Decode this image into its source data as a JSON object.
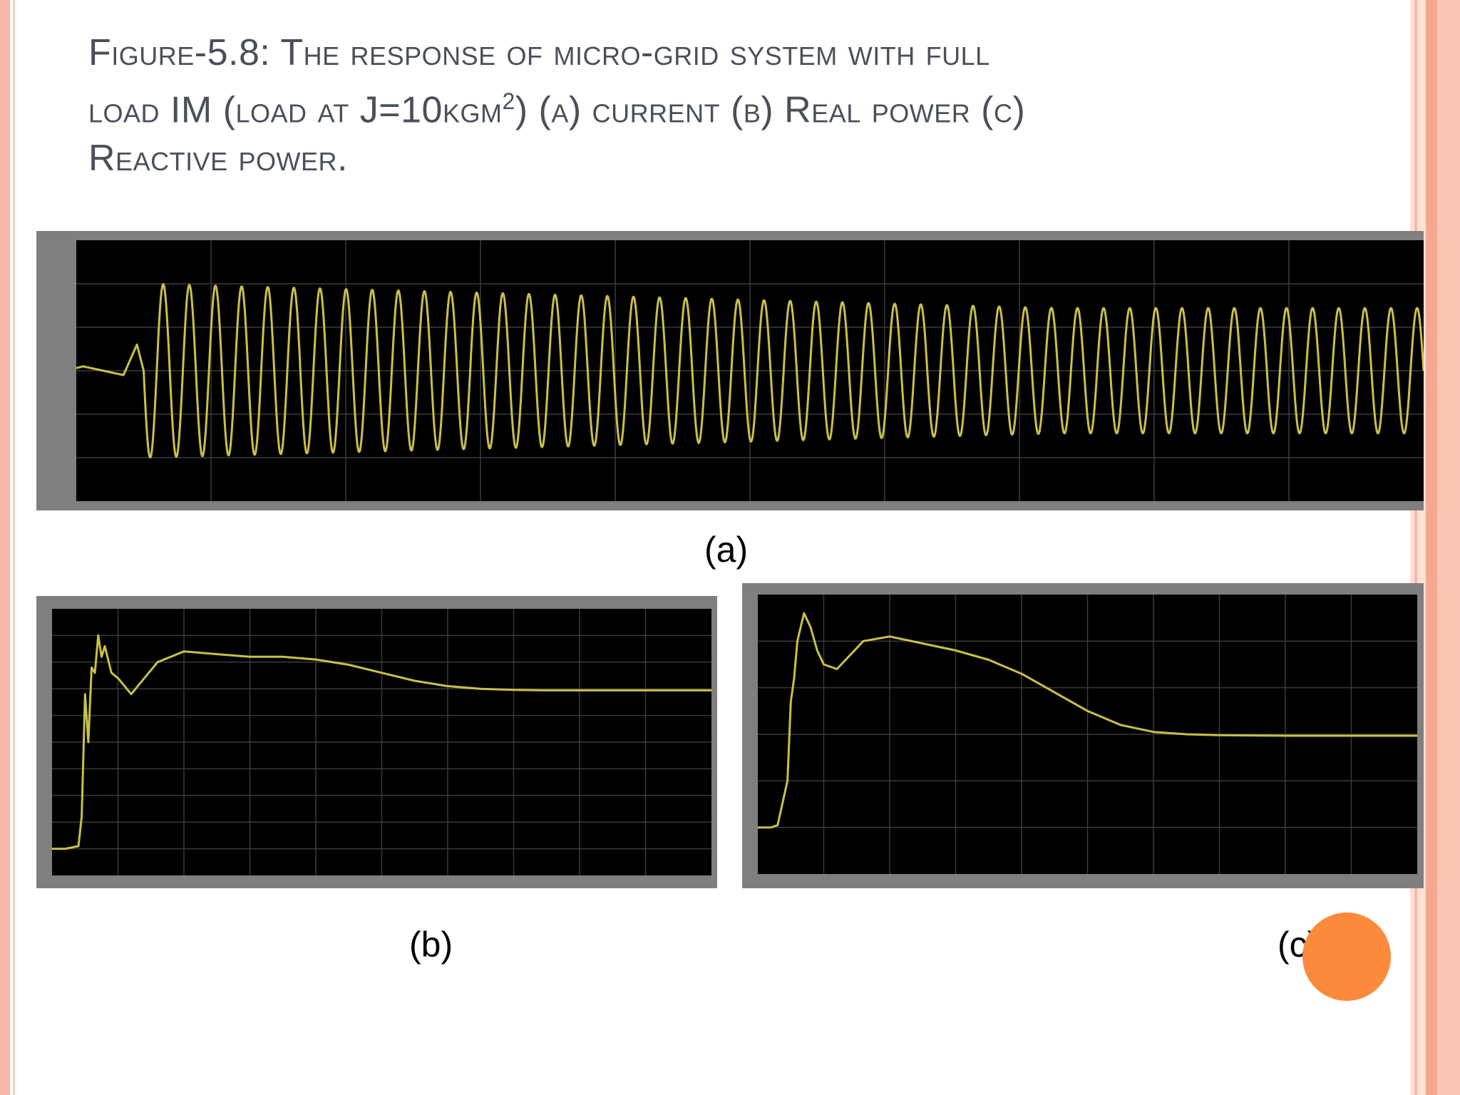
{
  "slide": {
    "title_parts": {
      "line1": "Figure-5.8: The response of micro-grid system with full",
      "line2a": "load IM (load at J=10kgm",
      "line2sup": "2",
      "line2b": ")  (a) current (b) Real power (c)",
      "line3": "Reactive  power."
    },
    "captions": {
      "a": "(a)",
      "b": "(b)",
      "c": "(c)"
    }
  },
  "colors": {
    "plot_bg": "#000000",
    "frame": "#7f7f7f",
    "trace": "#c8c04a",
    "grid": "#3a3a3a",
    "accent": "#fb8a3c"
  },
  "chart_data": [
    {
      "id": "a",
      "type": "line",
      "title": "",
      "xlabel": "",
      "ylabel": "",
      "grid": true,
      "xlim": [
        0,
        1
      ],
      "ylim": [
        -1.5,
        1.5
      ],
      "series": [
        {
          "name": "",
          "envelope": {
            "t0": 0.05,
            "t_end": 1.0,
            "peak_start": 1.0,
            "peak_end": 0.72,
            "cycles": 49
          }
        }
      ]
    },
    {
      "id": "b",
      "type": "line",
      "title": "",
      "xlabel": "",
      "ylabel": "",
      "grid": true,
      "xlim": [
        0,
        1
      ],
      "ylim": [
        -0.5,
        4.5
      ],
      "series": [
        {
          "name": "",
          "x": [
            0,
            0.02,
            0.04,
            0.045,
            0.05,
            0.055,
            0.06,
            0.065,
            0.07,
            0.075,
            0.08,
            0.09,
            0.1,
            0.12,
            0.14,
            0.16,
            0.2,
            0.25,
            0.3,
            0.35,
            0.4,
            0.45,
            0.5,
            0.55,
            0.6,
            0.65,
            0.7,
            0.75,
            0.8,
            0.9,
            1.0
          ],
          "y": [
            0,
            0,
            0.05,
            0.6,
            2.9,
            2.0,
            3.4,
            3.3,
            4.0,
            3.6,
            3.8,
            3.3,
            3.2,
            2.9,
            3.2,
            3.5,
            3.7,
            3.65,
            3.6,
            3.6,
            3.55,
            3.45,
            3.3,
            3.15,
            3.05,
            3.0,
            2.98,
            2.97,
            2.97,
            2.97,
            2.97
          ]
        }
      ]
    },
    {
      "id": "c",
      "type": "line",
      "title": "",
      "xlabel": "",
      "ylabel": "",
      "grid": true,
      "xlim": [
        0,
        1
      ],
      "ylim": [
        -1,
        5
      ],
      "series": [
        {
          "name": "",
          "x": [
            0,
            0.02,
            0.03,
            0.045,
            0.05,
            0.055,
            0.06,
            0.07,
            0.08,
            0.09,
            0.1,
            0.12,
            0.14,
            0.16,
            0.2,
            0.25,
            0.3,
            0.35,
            0.4,
            0.45,
            0.5,
            0.55,
            0.6,
            0.65,
            0.7,
            0.8,
            0.9,
            1.0
          ],
          "y": [
            0,
            0,
            0.05,
            1.0,
            2.7,
            3.2,
            4.0,
            4.6,
            4.3,
            3.8,
            3.5,
            3.4,
            3.7,
            4.0,
            4.1,
            3.95,
            3.8,
            3.6,
            3.3,
            2.9,
            2.5,
            2.2,
            2.05,
            2.0,
            1.98,
            1.97,
            1.97,
            1.97
          ]
        }
      ]
    }
  ]
}
